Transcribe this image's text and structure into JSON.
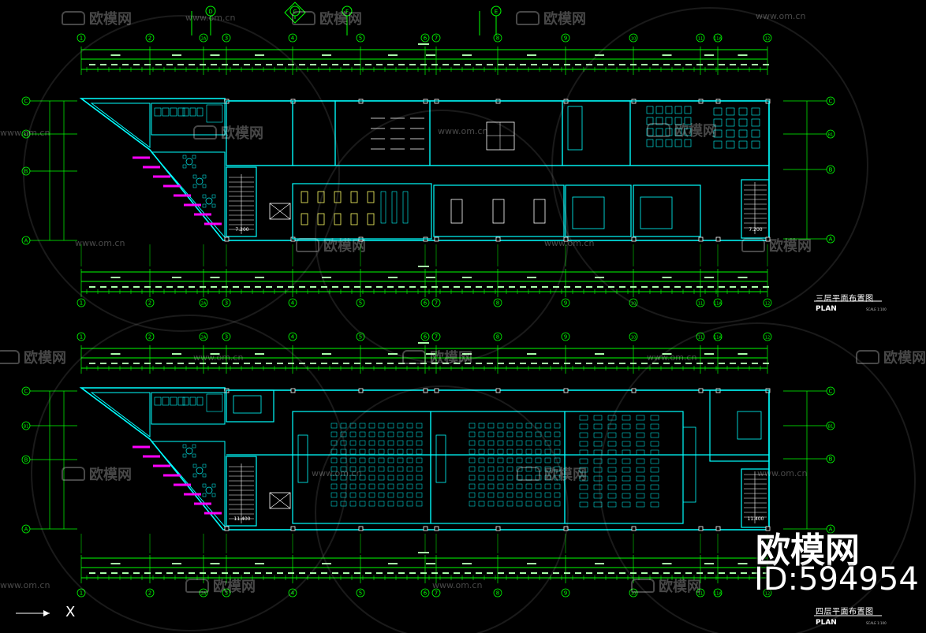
{
  "plans": [
    {
      "id": "third-floor",
      "title": "三层平面布置图",
      "subtitle": "PLAN",
      "scale": "SCALE 1:100",
      "level_marks": [
        "7.200",
        "7.200"
      ]
    },
    {
      "id": "fourth-floor",
      "title": "四层平面布置图",
      "subtitle": "PLAN",
      "scale": "SCALE 1:100",
      "level_marks": [
        "11.400",
        "11.400"
      ]
    }
  ],
  "grid_axes": {
    "columns": [
      "1",
      "2",
      "2A",
      "3",
      "4",
      "5",
      "6",
      "7",
      "8",
      "9",
      "10",
      "11",
      "11A",
      "12"
    ],
    "rows": [
      "C",
      "B1",
      "B",
      "A"
    ]
  },
  "watermark": {
    "brand": "欧模网",
    "url": "www.om.cn",
    "id": "ID:594954"
  },
  "axis_label": "X",
  "colors": {
    "background": "#000000",
    "dimension": "#00ff00",
    "wall": "#00ffff",
    "furniture": "#00ffff",
    "annotation": "#ffffff",
    "stair_hatch": "#ff00ff",
    "section_marker": "#00ff00"
  }
}
